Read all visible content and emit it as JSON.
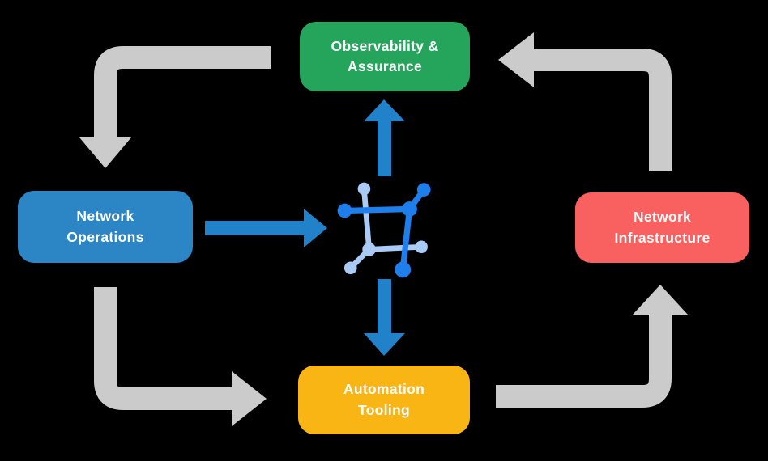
{
  "colors": {
    "background": "#000000",
    "gray_arrow": "#CBCBCB",
    "blue_arrow": "#2182C9",
    "label_text": "#FFFFFF",
    "icon_dark_blue": "#1E7EEB",
    "icon_light_blue": "#A9CBF6"
  },
  "diagram": {
    "nodes": {
      "observability": {
        "label": "Observability & Assurance",
        "color": "#25A45B"
      },
      "operations": {
        "label": "Network Operations",
        "color": "#2C85C4"
      },
      "infrastructure": {
        "label": "Network Infrastructure",
        "color": "#F96060"
      },
      "automation": {
        "label": "Automation Tooling",
        "color": "#F8B514"
      }
    },
    "center_icon": "network-platform-icon",
    "edges": [
      {
        "from": "Observability & Assurance",
        "to": "Network Operations",
        "style": "gray-outer-cycle"
      },
      {
        "from": "Network Operations",
        "to": "Automation Tooling",
        "style": "gray-outer-cycle"
      },
      {
        "from": "Automation Tooling",
        "to": "Network Infrastructure",
        "style": "gray-outer-cycle"
      },
      {
        "from": "Network Infrastructure",
        "to": "Observability & Assurance",
        "style": "gray-outer-cycle"
      },
      {
        "from": "Network Operations",
        "to": "center-icon",
        "style": "blue-inner"
      },
      {
        "from": "center-icon",
        "to": "Observability & Assurance",
        "style": "blue-inner"
      },
      {
        "from": "center-icon",
        "to": "Automation Tooling",
        "style": "blue-inner"
      }
    ]
  }
}
